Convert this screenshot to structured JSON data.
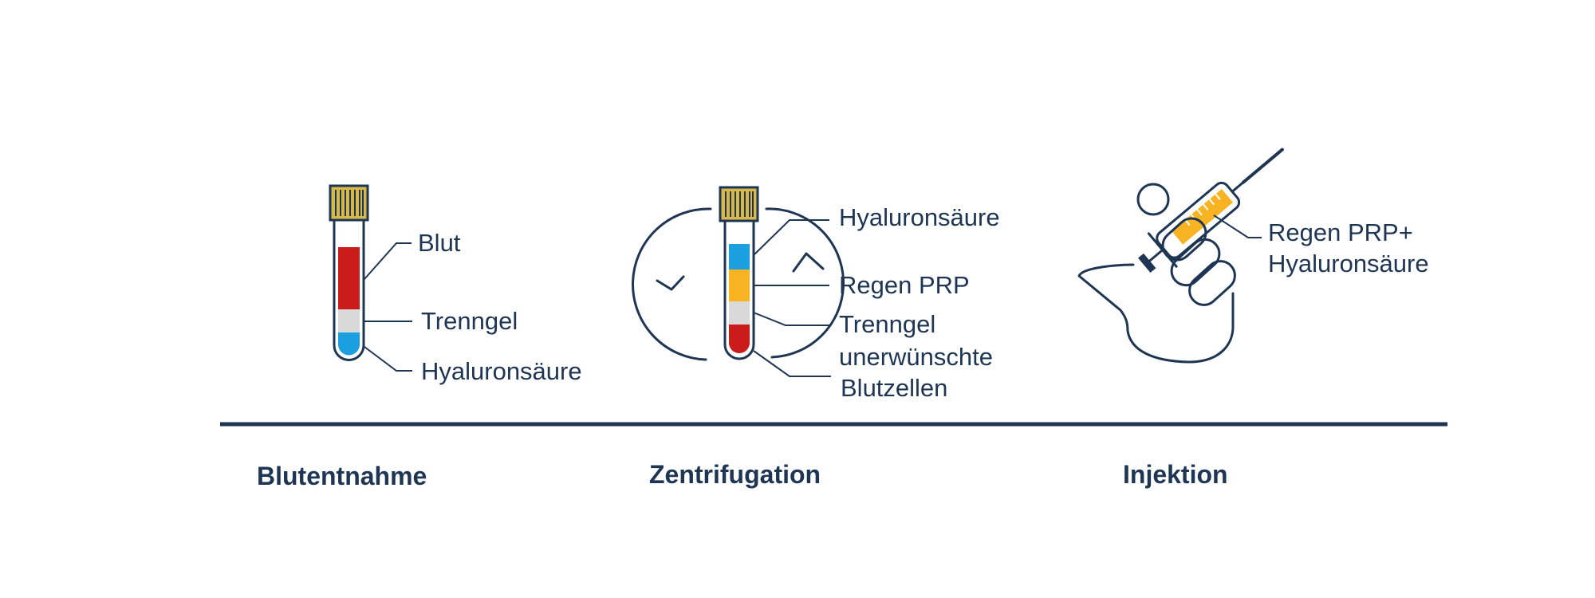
{
  "panels": {
    "collection": {
      "step_title": "Blutentnahme",
      "labels": {
        "blood": "Blut",
        "separator_gel": "Trenngel",
        "hyaluronic_acid": "Hyaluronsäure"
      }
    },
    "centrifugation": {
      "step_title": "Zentrifugation",
      "labels": {
        "hyaluronic_acid": "Hyaluronsäure",
        "regen_prp": "Regen PRP",
        "separator_gel": "Trenngel",
        "unwanted_cells_line1": "unerwünschte",
        "unwanted_cells_line2": "Blutzellen"
      }
    },
    "injection": {
      "step_title": "Injektion",
      "labels": {
        "mix_line1": "Regen PRP+",
        "mix_line2": "Hyaluronsäure"
      }
    }
  },
  "colors": {
    "ink": "#1e3554",
    "cap": "#d9b84a",
    "blood": "#cc1b1b",
    "gel": "#d9d9d9",
    "hyaluronic_acid": "#1aa0e0",
    "prp": "#f8b323"
  },
  "icons": [
    "test-tube-icon",
    "centrifuge-rotation-icon",
    "hand-syringe-icon"
  ]
}
